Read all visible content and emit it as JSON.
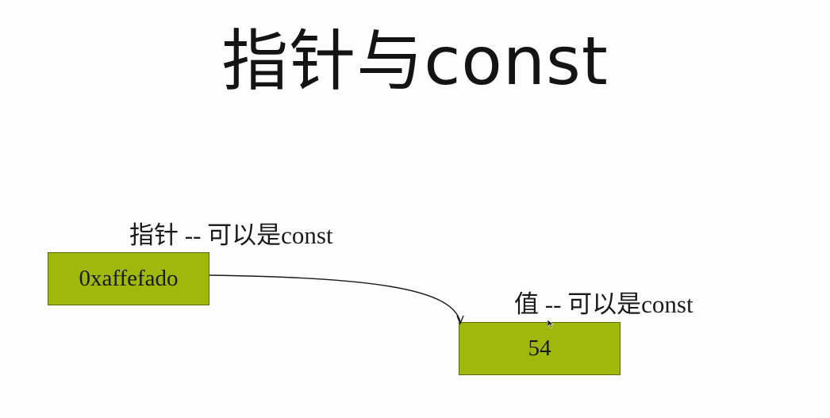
{
  "slide": {
    "title": "指针与const"
  },
  "diagram": {
    "pointer": {
      "caption": "指针 -- 可以是const",
      "value": "0xaffefado"
    },
    "target": {
      "caption": "值 -- 可以是const",
      "value": "54"
    },
    "box_color": "#9fb80b",
    "edges": [
      {
        "from": "pointer",
        "to": "target"
      }
    ]
  }
}
